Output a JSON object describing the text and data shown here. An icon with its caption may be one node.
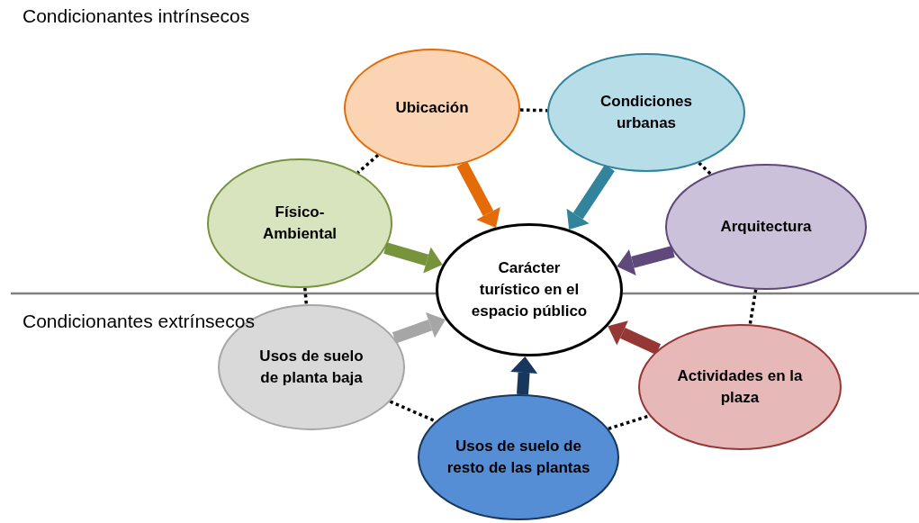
{
  "diagram": {
    "nodes": [
      {
        "text": [
          "Carácter turístico en el espacio público"
        ]
      },
      {
        "text": [
          "Ubicación"
        ]
      },
      {
        "text": [
          "Condiciones urbanas"
        ]
      },
      {
        "text": [
          "Físico-Ambiental"
        ]
      },
      {
        "text": [
          "Arquitectura"
        ]
      },
      {
        "text": [
          "Usos de suelo de planta baja"
        ]
      },
      {
        "text": [
          "Actividades en la plaza"
        ]
      },
      {
        "text": [
          "Usos de suelo de resto de las plantas"
        ]
      }
    ],
    "edges": [
      {
        "from": 1,
        "to": 0,
        "arrow": "to",
        "style": "thick",
        "color": "#e36c09"
      },
      {
        "from": 2,
        "to": 0,
        "arrow": "to",
        "style": "thick",
        "color": "#31849b"
      },
      {
        "from": 3,
        "to": 0,
        "arrow": "to",
        "style": "thick",
        "color": "#77933c"
      },
      {
        "from": 4,
        "to": 0,
        "arrow": "to",
        "style": "thick",
        "color": "#5f497a"
      },
      {
        "from": 5,
        "to": 0,
        "arrow": "to",
        "style": "thick",
        "color": "#a6a6a6"
      },
      {
        "from": 6,
        "to": 0,
        "arrow": "to",
        "style": "thick",
        "color": "#953735"
      },
      {
        "from": 7,
        "to": 0,
        "arrow": "to",
        "style": "thick",
        "color": "#17375e"
      },
      {
        "from": 1,
        "to": 2,
        "arrow": "none",
        "style": "dashed",
        "color": "#000000"
      },
      {
        "from": 1,
        "to": 3,
        "arrow": "none",
        "style": "dashed",
        "color": "#000000"
      },
      {
        "from": 2,
        "to": 4,
        "arrow": "none",
        "style": "dashed",
        "color": "#000000"
      },
      {
        "from": 3,
        "to": 5,
        "arrow": "none",
        "style": "dashed",
        "color": "#000000"
      },
      {
        "from": 4,
        "to": 6,
        "arrow": "none",
        "style": "dashed",
        "color": "#000000"
      },
      {
        "from": 5,
        "to": 7,
        "arrow": "none",
        "style": "dashed",
        "color": "#000000"
      },
      {
        "from": 7,
        "to": 6,
        "arrow": "none",
        "style": "dashed",
        "color": "#000000"
      }
    ],
    "labels": [
      "Condicionantes intrínsecos",
      "Condicionantes extrínsecos"
    ]
  }
}
